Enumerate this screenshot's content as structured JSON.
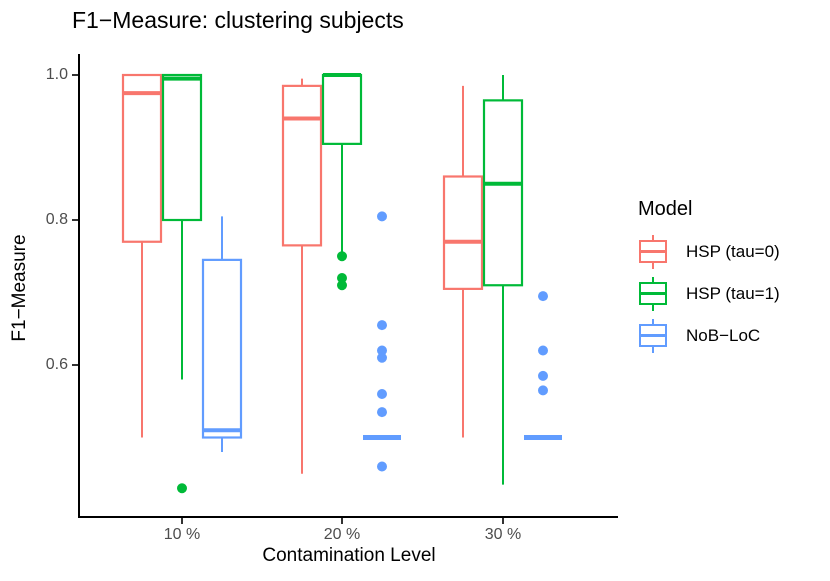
{
  "title": "F1−Measure: clustering subjects",
  "x_axis": {
    "label": "Contamination Level",
    "ticks": [
      "10 %",
      "20 %",
      "30 %"
    ]
  },
  "y_axis": {
    "label": "F1−Measure",
    "ticks": [
      "1.0",
      "0.8",
      "0.6"
    ],
    "tick_values": [
      1.0,
      0.8,
      0.6
    ]
  },
  "legend": {
    "title": "Model",
    "entries": [
      {
        "label": "HSP (tau=0)",
        "color": "#F8766D"
      },
      {
        "label": "HSP (tau=1)",
        "color": "#00BA38"
      },
      {
        "label": "NoB−LoC",
        "color": "#619CFF"
      }
    ]
  },
  "colors": {
    "axis_line": "#000000",
    "tick_text": "#4d4d4d",
    "background": "#ffffff"
  },
  "chart_data": {
    "type": "boxplot",
    "title": "F1−Measure: clustering subjects",
    "xlabel": "Contamination Level",
    "ylabel": "F1−Measure",
    "categories": [
      "10 %",
      "20 %",
      "30 %"
    ],
    "ylim": [
      0.39,
      1.03
    ],
    "yticks": [
      0.6,
      0.8,
      1.0
    ],
    "grid": false,
    "legend_position": "right",
    "series": [
      {
        "name": "HSP (tau=0)",
        "color": "#F8766D",
        "boxes": [
          {
            "category": "10 %",
            "whisker_low": 0.5,
            "q1": 0.77,
            "median": 0.975,
            "q3": 1.0,
            "whisker_high": 1.0,
            "outliers": []
          },
          {
            "category": "20 %",
            "whisker_low": 0.45,
            "q1": 0.765,
            "median": 0.94,
            "q3": 0.985,
            "whisker_high": 0.995,
            "outliers": []
          },
          {
            "category": "30 %",
            "whisker_low": 0.5,
            "q1": 0.705,
            "median": 0.77,
            "q3": 0.86,
            "whisker_high": 0.985,
            "outliers": []
          }
        ]
      },
      {
        "name": "HSP (tau=1)",
        "color": "#00BA38",
        "boxes": [
          {
            "category": "10 %",
            "whisker_low": 0.58,
            "q1": 0.8,
            "median": 0.995,
            "q3": 1.0,
            "whisker_high": 1.0,
            "outliers": [
              0.43
            ]
          },
          {
            "category": "20 %",
            "whisker_low": 0.75,
            "q1": 0.905,
            "median": 1.0,
            "q3": 1.0,
            "whisker_high": 1.0,
            "outliers": [
              0.75,
              0.72,
              0.71
            ]
          },
          {
            "category": "30 %",
            "whisker_low": 0.435,
            "q1": 0.71,
            "median": 0.85,
            "q3": 0.965,
            "whisker_high": 1.0,
            "outliers": []
          }
        ]
      },
      {
        "name": "NoB−LoC",
        "color": "#619CFF",
        "boxes": [
          {
            "category": "10 %",
            "whisker_low": 0.48,
            "q1": 0.5,
            "median": 0.51,
            "q3": 0.745,
            "whisker_high": 0.805,
            "outliers": []
          },
          {
            "category": "20 %",
            "whisker_low": 0.5,
            "q1": 0.5,
            "median": 0.5,
            "q3": 0.5,
            "whisker_high": 0.5,
            "outliers": [
              0.805,
              0.655,
              0.62,
              0.61,
              0.56,
              0.535,
              0.46
            ]
          },
          {
            "category": "30 %",
            "whisker_low": 0.5,
            "q1": 0.5,
            "median": 0.5,
            "q3": 0.5,
            "whisker_high": 0.5,
            "outliers": [
              0.695,
              0.62,
              0.585,
              0.565
            ]
          }
        ]
      }
    ]
  }
}
